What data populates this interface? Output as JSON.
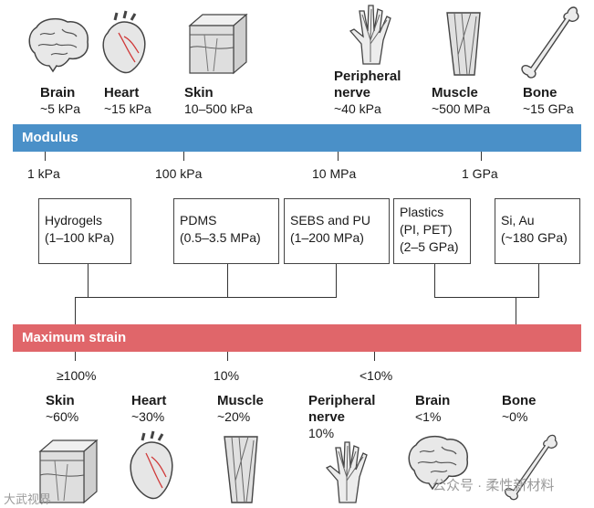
{
  "top_tissues": [
    {
      "name": "Brain",
      "value": "~5 kPa",
      "icon": "brain-icon"
    },
    {
      "name": "Heart",
      "value": "~15 kPa",
      "icon": "heart-icon"
    },
    {
      "name": "Skin",
      "value": "10–500 kPa",
      "icon": "skin-icon"
    },
    {
      "name": "Peripheral nerve",
      "value": "~40 kPa",
      "icon": "hand-nerve-icon"
    },
    {
      "name": "Muscle",
      "value": "~500 MPa",
      "icon": "muscle-icon"
    },
    {
      "name": "Bone",
      "value": "~15 GPa",
      "icon": "bone-icon"
    }
  ],
  "modulus_band": {
    "label": "Modulus",
    "color": "#4a90c8"
  },
  "modulus_ticks": [
    "1 kPa",
    "100 kPa",
    "10 MPa",
    "1 GPa"
  ],
  "materials": [
    {
      "name": "Hydrogels",
      "range": "(1–100 kPa)"
    },
    {
      "name": "PDMS",
      "range": "(0.5–3.5 MPa)"
    },
    {
      "name": "SEBS and PU",
      "range": "(1–200 MPa)"
    },
    {
      "name": "Plastics",
      "name2": "(PI, PET)",
      "range": "(2–5 GPa)"
    },
    {
      "name": "Si, Au",
      "range": "(~180 GPa)"
    }
  ],
  "strain_band": {
    "label": "Maximum strain",
    "color": "#e0666a"
  },
  "strain_ticks": [
    "≥100%",
    "10%",
    "<10%"
  ],
  "bottom_tissues": [
    {
      "name": "Skin",
      "value": "~60%",
      "icon": "skin-icon"
    },
    {
      "name": "Heart",
      "value": "~30%",
      "icon": "heart-icon"
    },
    {
      "name": "Muscle",
      "value": "~20%",
      "icon": "muscle-icon"
    },
    {
      "name": "Peripheral nerve",
      "value": "10%",
      "icon": "hand-nerve-icon"
    },
    {
      "name": "Brain",
      "value": "<1%",
      "icon": "brain-icon"
    },
    {
      "name": "Bone",
      "value": "~0%",
      "icon": "bone-icon"
    }
  ],
  "watermark": {
    "left": "大武视界",
    "right": "公众号 · 柔性新材料"
  }
}
